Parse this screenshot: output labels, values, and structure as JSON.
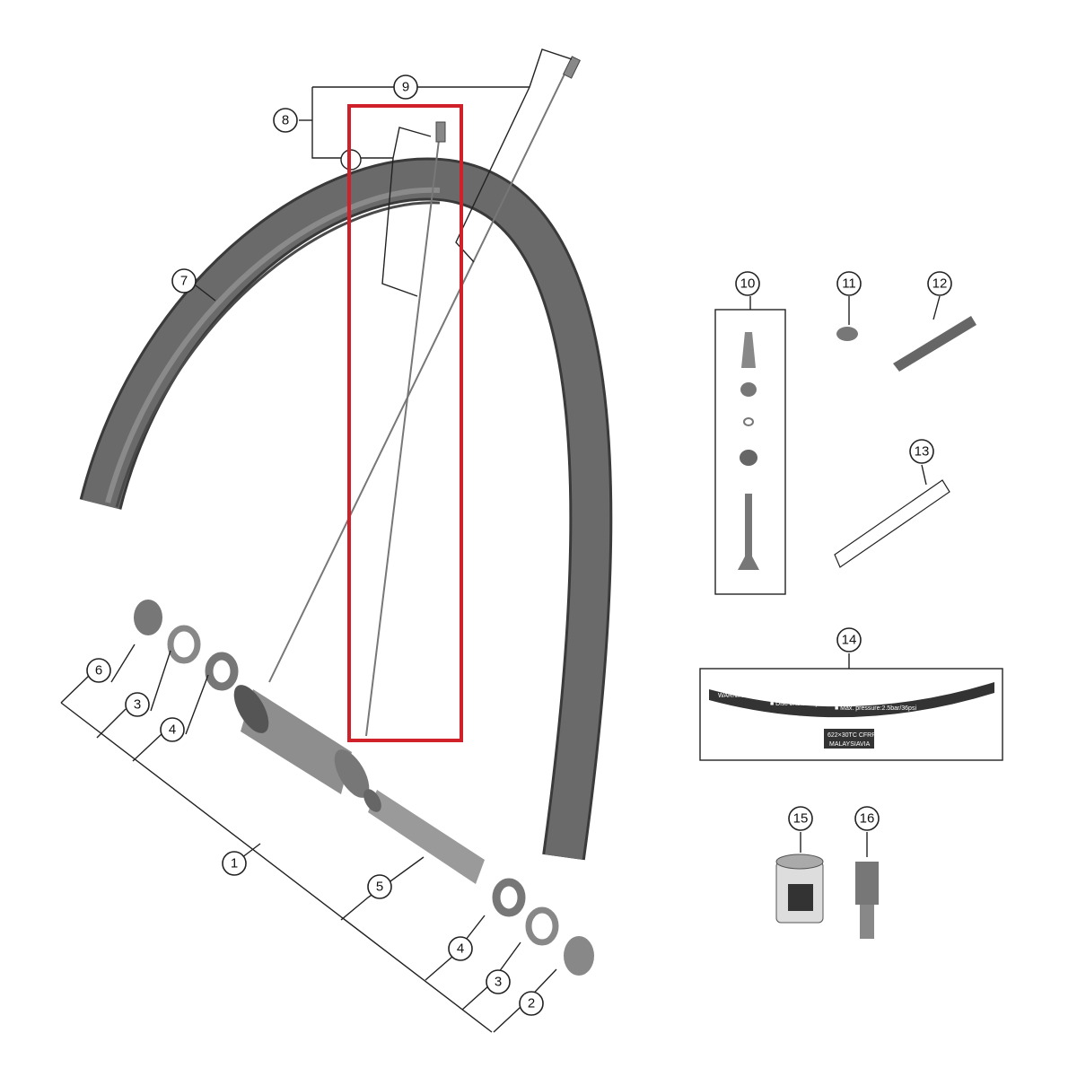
{
  "callouts": [
    "1",
    "2",
    "3",
    "4",
    "5",
    "6",
    "7",
    "8",
    "9",
    "10",
    "11",
    "12",
    "13",
    "14",
    "15",
    "16"
  ],
  "rim_label": {
    "warning": "WARNING",
    "disc": "■ Disc brake only!",
    "pressure": "■ Max. pressure:2.5bar/36psi",
    "size": "622×30TC CFRP",
    "origin": "MALAYSIA",
    "brand": "VIA"
  },
  "colors": {
    "highlight": "#d0202a",
    "rim": "#5c5c5c"
  }
}
